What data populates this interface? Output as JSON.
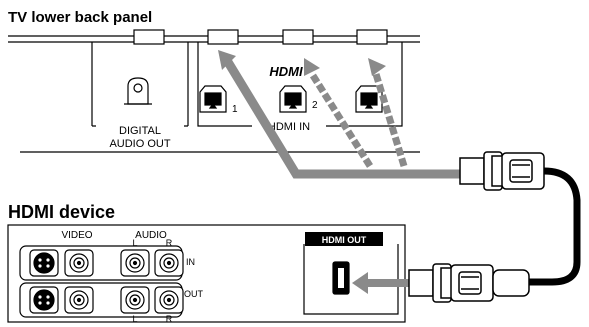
{
  "tv": {
    "title": "TV lower back panel",
    "digital_audio_out_line1": "DIGITAL",
    "digital_audio_out_line2": "AUDIO OUT",
    "hdmi_logo": "HDMI",
    "hdmi_in_label": "HDMI IN",
    "port_numbers": [
      "1",
      "2"
    ]
  },
  "device": {
    "title": "HDMI device",
    "video_label": "VIDEO",
    "audio_label": "AUDIO",
    "left_channel": "L",
    "right_channel": "R",
    "in_label": "IN",
    "out_label": "OUT",
    "hdmi_out_label": "HDMI OUT"
  },
  "colors": {
    "arrow": "#8a8a8a",
    "line": "#000000",
    "cable": "#000000"
  }
}
